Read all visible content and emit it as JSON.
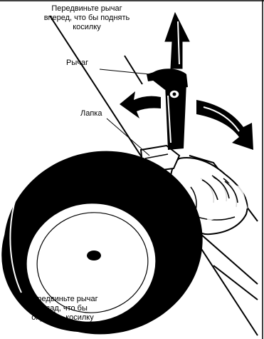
{
  "captions": {
    "top": "Передвиньте рычаг\nвперед, что бы поднять\nкосилку",
    "bottom": "Передвиньте рычаг\nназад, что бы\nопустить косилку"
  },
  "labels": {
    "lever": "Рычаг",
    "foot": "Лапка"
  },
  "icons": {
    "up_arrow": "arrow-up-icon",
    "forward_arrow": "curved-arrow-left-icon",
    "back_arrow": "curved-arrow-right-icon"
  },
  "colors": {
    "ink": "#000000",
    "paper": "#ffffff"
  }
}
